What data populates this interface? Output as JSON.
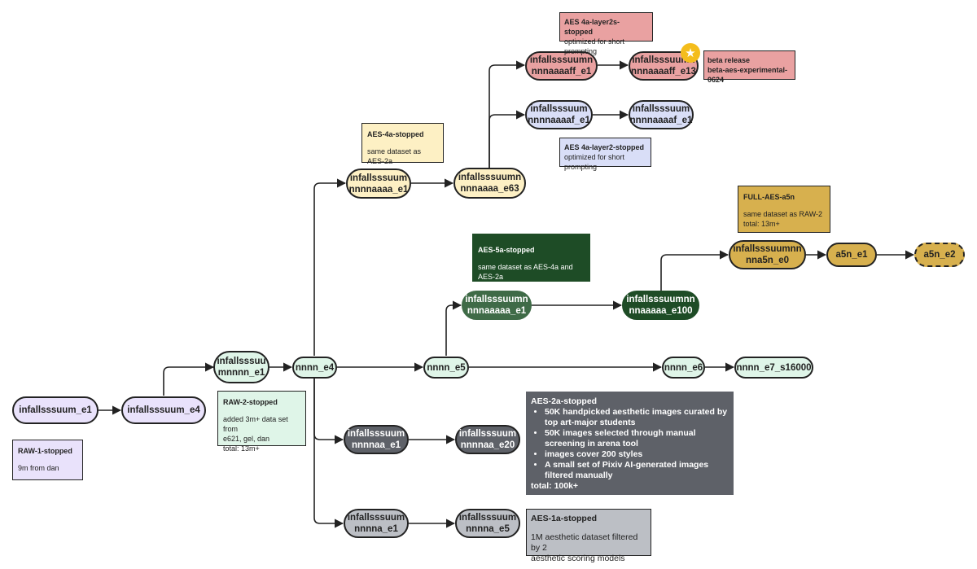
{
  "colors": {
    "lavender": "#e9e2fb",
    "mint": "#dff5e8",
    "cream": "#fdf0c4",
    "pink": "#e9a1a1",
    "periwinkle": "#d9def7",
    "forest": "#1e4c26",
    "sage": "#3f6b47",
    "gold": "#d7b04e",
    "slate": "#5e6168",
    "silver": "#bcbfc5",
    "star": "#f4bd1c"
  },
  "nodes": {
    "raw1_e1": {
      "line1": "infallsssuum_e1",
      "line2": ""
    },
    "raw1_e4": {
      "line1": "infallsssuum_e4",
      "line2": ""
    },
    "raw2_e1": {
      "line1": "infallsssuu",
      "line2": "mnnnn_e1"
    },
    "e4": {
      "line1": "nnnn_e4",
      "line2": ""
    },
    "e5": {
      "line1": "nnnn_e5",
      "line2": ""
    },
    "e6": {
      "line1": "nnnn_e6",
      "line2": ""
    },
    "e7": {
      "line1": "nnnn_e7_s16000",
      "line2": ""
    },
    "a4_e1": {
      "line1": "infallsssuum",
      "line2": "nnnnaaaa_e1"
    },
    "a4_e63": {
      "line1": "infallsssuumn",
      "line2": "nnnaaaa_e63"
    },
    "l2s_e1": {
      "line1": "infallsssuumn",
      "line2": "nnnaaaaff_e1"
    },
    "l2s_e13": {
      "line1": "infallsssuumn",
      "line2": "nnnaaaaff_e13"
    },
    "l2_e1a": {
      "line1": "infallsssuum",
      "line2": "nnnnaaaaf_e1"
    },
    "l2_e1b": {
      "line1": "infallsssuum",
      "line2": "nnnnaaaaf_e1"
    },
    "a5_e1": {
      "line1": "infallsssuumn",
      "line2": "nnnaaaaa_e1"
    },
    "a5_e100": {
      "line1": "infallsssuumnn",
      "line2": "nnaaaaa_e100"
    },
    "full_e0": {
      "line1": "infallsssuumnn",
      "line2": "nna5n_e0"
    },
    "a5n_e1": {
      "line1": "a5n_e1",
      "line2": ""
    },
    "a5n_e2": {
      "line1": "a5n_e2",
      "line2": ""
    },
    "a2_e1": {
      "line1": "infallsssuum",
      "line2": "nnnnaa_e1"
    },
    "a2_e20": {
      "line1": "infallsssuum",
      "line2": "nnnnaa_e20"
    },
    "a1_e1": {
      "line1": "infallsssuum",
      "line2": "nnnna_e1"
    },
    "a1_e5": {
      "line1": "infallsssuum",
      "line2": "nnnna_e5"
    }
  },
  "notes": {
    "raw1": {
      "title": "RAW-1-stopped",
      "lines": [
        "9m from dan"
      ]
    },
    "raw2": {
      "title": "RAW-2-stopped",
      "lines": [
        "added 3m+ data set from",
        "e621, gel, dan",
        "total: 13m+"
      ]
    },
    "aes4a": {
      "title": "AES-4a-stopped",
      "lines": [
        "same dataset as AES-2a"
      ]
    },
    "l2s": {
      "title": "AES 4a-layer2s-stopped",
      "lines": [
        "optimized for short prompting"
      ]
    },
    "beta": {
      "title": "beta release",
      "lines": [
        "beta-aes-experimental-0624"
      ]
    },
    "l2": {
      "title": "AES 4a-layer2-stopped",
      "lines": [
        "optimized for short prompting"
      ]
    },
    "full": {
      "title": "FULL-AES-a5n",
      "lines": [
        "same dataset as RAW-2",
        "total: 13m+"
      ]
    },
    "aes5a": {
      "title": "AES-5a-stopped",
      "lines": [
        "same dataset as AES-4a and AES-2a"
      ]
    },
    "aes2a": {
      "title": "AES-2a-stopped",
      "bullets": [
        "50K handpicked aesthetic images curated by top art-major students",
        "50K images selected through manual screening in arena tool",
        "images cover 200 styles",
        "A small set of Pixiv AI-generated images filtered manually"
      ],
      "footer": "total: 100k+"
    },
    "aes1a": {
      "title": "AES-1a-stopped",
      "lines": [
        "1M aesthetic dataset filtered by 2",
        "aesthetic scoring models"
      ]
    }
  }
}
